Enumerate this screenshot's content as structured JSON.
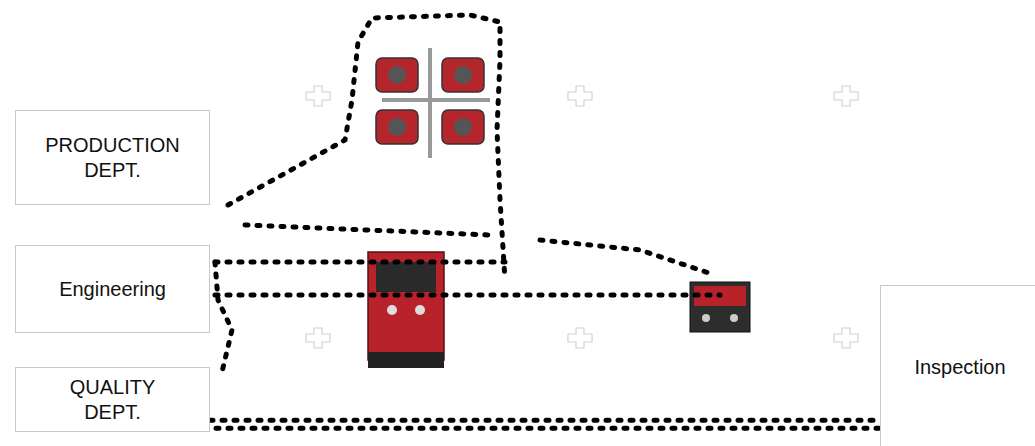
{
  "diagram": {
    "nodes": [
      {
        "text": [
          "PRODUCTION DEPT."
        ]
      },
      {
        "text": [
          "Engineering"
        ]
      },
      {
        "text": [
          "QUALITY DEPT."
        ]
      },
      {
        "text": [
          "Inspection"
        ]
      }
    ],
    "edges": [
      {
        "from": 2,
        "to": 3,
        "arrow": "none"
      }
    ]
  }
}
